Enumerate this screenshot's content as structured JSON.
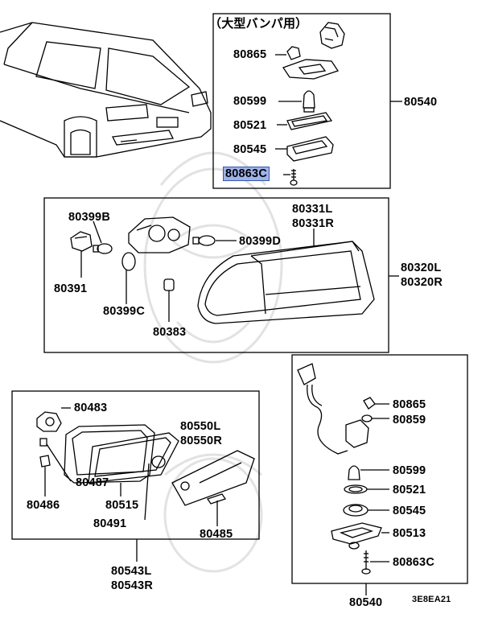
{
  "header_note": "（大型バンパ用）",
  "diagram_code": "3E8EA21",
  "highlighted_part": "80863C",
  "labels": {
    "p80865_a": "80865",
    "p80599_a": "80599",
    "p80521_a": "80521",
    "p80545_a": "80545",
    "p80863c_a": "80863C",
    "p80540_a": "80540",
    "p80399b": "80399B",
    "p80331l": "80331L",
    "p80331r": "80331R",
    "p80399d": "80399D",
    "p80391": "80391",
    "p80320l": "80320L",
    "p80320r": "80320R",
    "p80399c": "80399C",
    "p80383": "80383",
    "p80483": "80483",
    "p80550l": "80550L",
    "p80550r": "80550R",
    "p80487": "80487",
    "p80486": "80486",
    "p80515": "80515",
    "p80491": "80491",
    "p80485": "80485",
    "p80543l": "80543L",
    "p80543r": "80543R",
    "p80865_b": "80865",
    "p80859": "80859",
    "p80599_b": "80599",
    "p80521_b": "80521",
    "p80545_b": "80545",
    "p80513": "80513",
    "p80863c_b": "80863C",
    "p80540_b": "80540"
  },
  "colors": {
    "line": "#000000",
    "highlight_fill": "#9fb3ea",
    "watermark": "#d9d9d9"
  }
}
